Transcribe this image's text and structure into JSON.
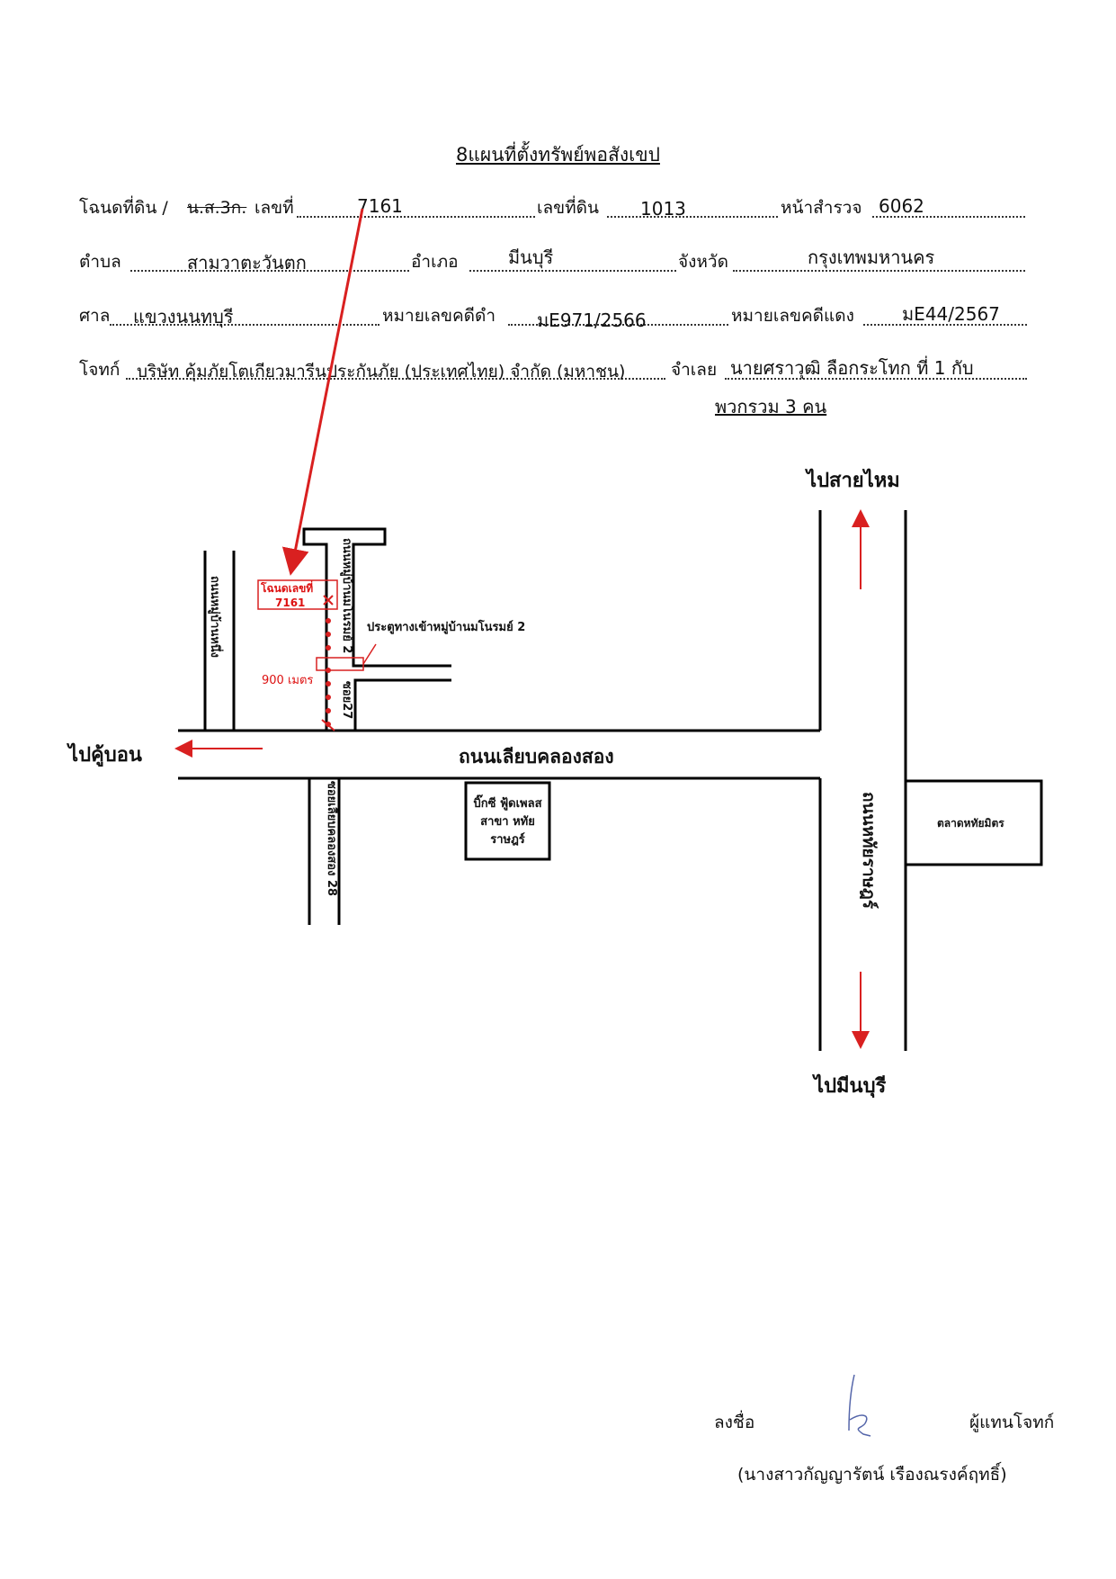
{
  "header": {
    "title": "8แผนที่ตั้งทรัพย์พอสังเขป"
  },
  "form": {
    "deed_label": "โฉนดที่ดิน / ",
    "ns3k_label": "น.ส.3ก.",
    "number_label": "เลขที่",
    "deed_number": "7161",
    "land_no_label": "เลขที่ดิน",
    "land_number": "1013",
    "survey_label": "หน้าสำรวจ",
    "survey_number": "6062",
    "subdistrict_label": "ตำบล",
    "subdistrict": "สามวาตะวันตก",
    "district_label": "อำเภอ",
    "district": "มีนบุรี",
    "province_label": "จังหวัด",
    "province": "กรุงเทพมหานคร",
    "court_label": "ศาล",
    "court": "แขวงนนทบุรี",
    "black_case_label": "หมายเลขคดีดำ",
    "black_case": "มE971/2566",
    "red_case_label": "หมายเลขคดีแดง",
    "red_case": "มE44/2567",
    "plaintiff_label": "โจทก์",
    "plaintiff": "บริษัท คุ้มภัยโตเกียวมารีนประกันภัย (ประเทศไทย) จำกัด (มหาชน)",
    "defendant_label": "จำเลย",
    "defendant": "นายศราวุฒิ ลือกระโทก ที่ 1 กับ",
    "defendant_cont": "พวกรวม 3 คน"
  },
  "map": {
    "to_sai_mai": "ไปสายไหม",
    "to_min_buri": "ไปมีนบุรี",
    "to_khu_bon": "ไปคู้บอน",
    "main_road": "ถนนเลียบคลองสอง",
    "village_road_left": "ถนนหมู่บ้านหนึ่ง",
    "village_road": "ถนนหมู่บ้านมโนรมย์ 2",
    "soi27": "ซอย27",
    "soi28": "ซอยเลียบคลองสอง 28",
    "hathai_road": "ถนนหทัยราษฎร์",
    "bigc": [
      "บิ๊กซี ฟู้ดเพลส",
      "สาขา หทัย",
      "ราษฎร์"
    ],
    "market": "ตลาดหทัยมิตร",
    "gate": "ประตูทางเข้าหมู่บ้านมโนรมย์ 2",
    "deed_box_label": "โฉนดเลขที่",
    "deed_box_number": "7161",
    "distance": "900 เมตร",
    "accent_color": "#d92020"
  },
  "signature": {
    "sign_label": "ลงชื่อ",
    "role": "ผู้แทนโจทก์",
    "name": "(นางสาวกัญญารัตน์ เรืองณรงค์ฤทธิ์)"
  }
}
